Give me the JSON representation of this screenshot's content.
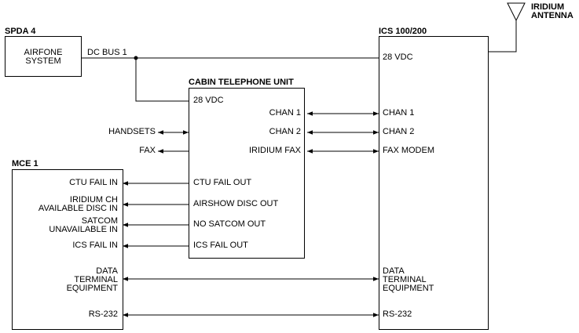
{
  "blocks": {
    "spda": {
      "title": "SPDA 4",
      "inner_label": "AIRFONE\nSYSTEM"
    },
    "ctu": {
      "title": "CABIN TELEPHONE UNIT"
    },
    "mce": {
      "title": "MCE 1"
    },
    "ics": {
      "title": "ICS 100/200"
    },
    "antenna": {
      "label": "IRIDIUM\nANTENNA"
    }
  },
  "bus_label": "DC BUS 1",
  "ctu_ports": {
    "power": "28 VDC",
    "chan1": "CHAN 1",
    "chan2": "CHAN 2",
    "iridium_fax": "IRIDIUM FAX",
    "ctu_fail_out": "CTU FAIL OUT",
    "airshow_disc_out": "AIRSHOW DISC OUT",
    "no_satcom_out": "NO SATCOM OUT",
    "ics_fail_out": "ICS FAIL OUT"
  },
  "ics_ports": {
    "power": "28 VDC",
    "chan1": "CHAN 1",
    "chan2": "CHAN 2",
    "fax_modem": "FAX MODEM",
    "dte": "DATA\nTERMINAL\nEQUIPMENT",
    "rs232": "RS-232"
  },
  "mce_ports": {
    "ctu_fail_in": "CTU FAIL IN",
    "iridium_ch": "IRIDIUM CH\nAVAILABLE DISC IN",
    "satcom": "SATCOM\nUNAVAILABLE IN",
    "ics_fail_in": "ICS FAIL IN",
    "dte": "DATA\nTERMINAL\nEQUIPMENT",
    "rs232": "RS-232"
  },
  "external": {
    "handsets": "HANDSETS",
    "fax": "FAX"
  }
}
